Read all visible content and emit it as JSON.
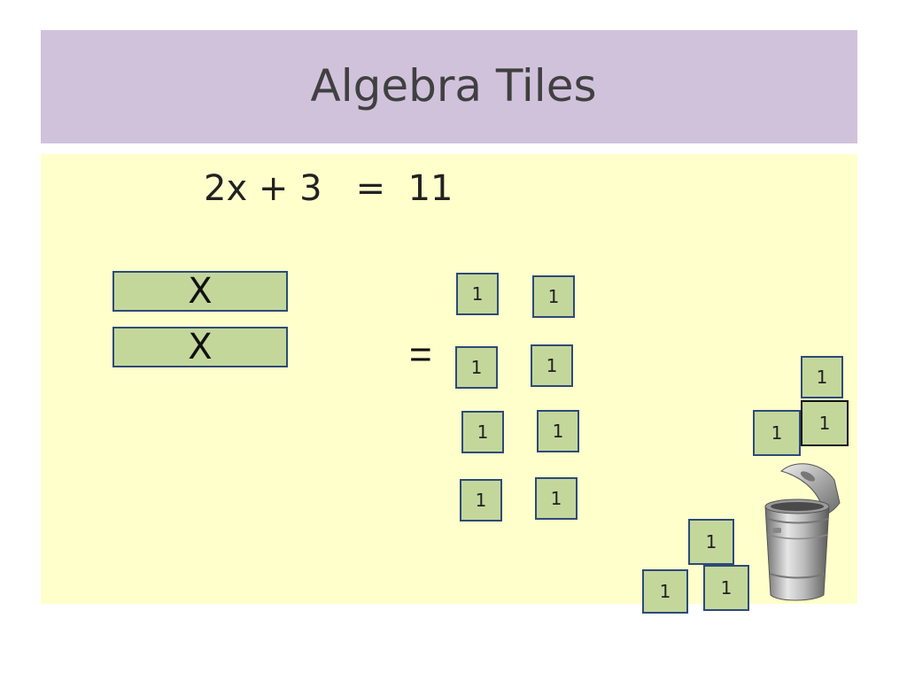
{
  "slide": {
    "title": "Algebra Tiles",
    "equation": "2x + 3   =  11"
  },
  "tiles": {
    "x_label": "X",
    "unit_label": "1",
    "equals_sign": "="
  },
  "colors": {
    "title_band": "#d1c2dc",
    "board": "#ffffcc",
    "tile_fill": "#c4d79b",
    "tile_border": "#2e4a78"
  },
  "icons": [
    "trash-can-icon"
  ]
}
